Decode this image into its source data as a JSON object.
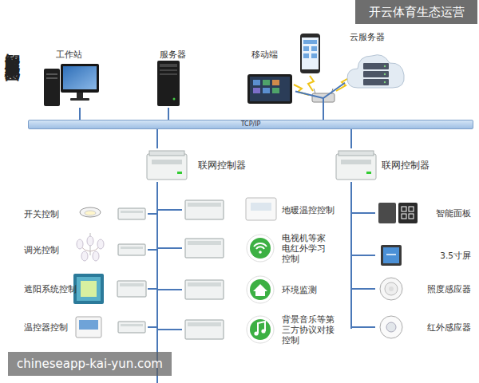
{
  "diagram": {
    "title": "智能照明系统架构图",
    "nodes": [
      {
        "text": [
          "工作站"
        ]
      },
      {
        "text": [
          "服务器"
        ]
      },
      {
        "text": [
          "移动端"
        ]
      },
      {
        "text": [
          "云服务器"
        ]
      },
      {
        "text": [
          "TCP/IP"
        ]
      },
      {
        "text": [
          "联网控制器"
        ]
      },
      {
        "text": [
          "联网控制器"
        ]
      },
      {
        "text": [
          "开关控制"
        ]
      },
      {
        "text": [
          "调光控制"
        ]
      },
      {
        "text": [
          "遮阳系统控制"
        ]
      },
      {
        "text": [
          "温控器控制"
        ]
      },
      {
        "text": [
          "地暖温控控制"
        ]
      },
      {
        "text": [
          "电视机等家电红外学习控制"
        ]
      },
      {
        "text": [
          "环境监测"
        ]
      },
      {
        "text": [
          "背景音乐等第三方协议对接控制"
        ]
      },
      {
        "text": [
          "智能面板"
        ]
      },
      {
        "text": [
          "3.5寸屏"
        ]
      },
      {
        "text": [
          "照度感应器"
        ]
      },
      {
        "text": [
          "红外感应器"
        ]
      }
    ],
    "edges": [
      {
        "from": 0,
        "to": 4,
        "arrow": "none"
      },
      {
        "from": 1,
        "to": 4,
        "arrow": "none"
      },
      {
        "from": 2,
        "to": 4,
        "arrow": "none"
      },
      {
        "from": 3,
        "to": 4,
        "arrow": "none"
      },
      {
        "from": 4,
        "to": 5,
        "arrow": "none"
      },
      {
        "from": 4,
        "to": 6,
        "arrow": "none"
      },
      {
        "from": 5,
        "to": 7,
        "arrow": "none"
      },
      {
        "from": 5,
        "to": 8,
        "arrow": "none"
      },
      {
        "from": 5,
        "to": 9,
        "arrow": "none"
      },
      {
        "from": 5,
        "to": 10,
        "arrow": "none"
      },
      {
        "from": 5,
        "to": 11,
        "arrow": "none"
      },
      {
        "from": 5,
        "to": 12,
        "arrow": "none"
      },
      {
        "from": 5,
        "to": 13,
        "arrow": "none"
      },
      {
        "from": 5,
        "to": 14,
        "arrow": "none"
      },
      {
        "from": 6,
        "to": 15,
        "arrow": "none"
      },
      {
        "from": 6,
        "to": 16,
        "arrow": "none"
      },
      {
        "from": 6,
        "to": 17,
        "arrow": "none"
      },
      {
        "from": 6,
        "to": 18,
        "arrow": "none"
      }
    ],
    "labels": [
      "开云体育生态运营",
      "chineseapp-kai-yun.com"
    ]
  }
}
